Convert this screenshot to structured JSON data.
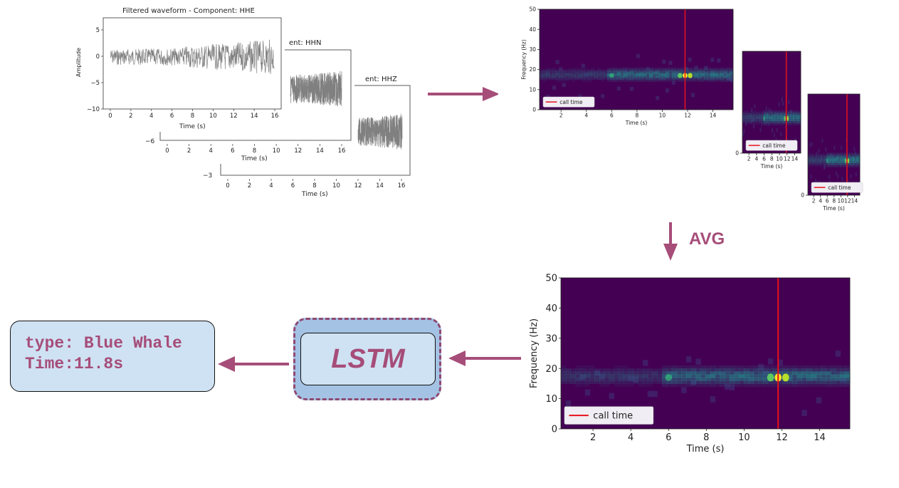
{
  "waveforms": {
    "hhe_title": "Filtered waveform - Component: HHE",
    "hhn_title_partial": "ent: HHN",
    "hhz_title_partial": "ent: HHZ",
    "ylabel": "Amplitude",
    "xlabel": "Time (s)",
    "hhe_yticks": [
      "5",
      "0",
      "−5",
      "−10"
    ],
    "hhn_ytick": "−6",
    "hhz_ytick": "−3",
    "xticks": [
      "0",
      "2",
      "4",
      "6",
      "8",
      "10",
      "12",
      "14",
      "16"
    ]
  },
  "spectrograms": {
    "ylabel": "Frequency (Hz)",
    "xlabel": "Time (s)",
    "yticks": [
      "50",
      "40",
      "30",
      "20",
      "10",
      "0"
    ],
    "xticks": [
      "2",
      "4",
      "6",
      "8",
      "10",
      "12",
      "14"
    ],
    "legend": "call time",
    "call_time": 11.8
  },
  "avg_label": "AVG",
  "model": {
    "label": "LSTM"
  },
  "output": {
    "line1": "type: Blue Whale",
    "line2": "Time:11.8s"
  },
  "colors": {
    "arrow": "#a64d79",
    "spectrogram_bg": "#440154",
    "call_line": "#e8101a",
    "waveform": "#808080",
    "box_fill": "#cfe2f3",
    "lstm_outer": "#a4c2e4"
  }
}
